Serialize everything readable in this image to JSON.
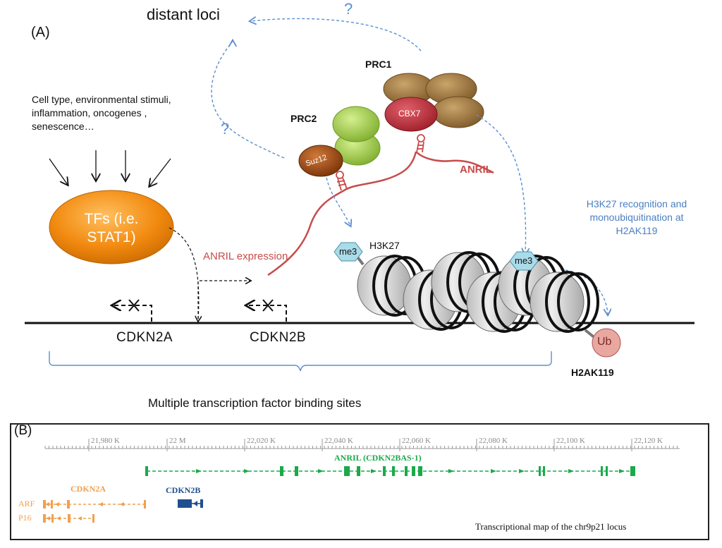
{
  "panel_a": {
    "label": "(A)",
    "distant_loci": "distant loci",
    "question_marks": [
      "?",
      "?"
    ],
    "stimuli_text": "Cell type, environmental stimuli, inflammation, oncogenes , senescence…",
    "tf_label_line1": "TFs (i.e.",
    "tf_label_line2": "STAT1)",
    "prc1": "PRC1",
    "prc2": "PRC2",
    "suz12": "Suz12",
    "cbx7": "CBX7",
    "anril": "ANRIL",
    "anril_expression": "ANRIL expression",
    "h3k27": "H3K27",
    "me3": "me3",
    "ub": "Ub",
    "h2ak119": "H2AK119",
    "recognition_note": "H3K27 recognition and monoubiquitination at H2AK119",
    "gene_a": "CDKN2A",
    "gene_b": "CDKN2B",
    "binding_sites": "Multiple transcription factor binding sites"
  },
  "panel_b": {
    "label": "(B)",
    "ruler_ticks": [
      "21,980 K",
      "22 M",
      "22,020 K",
      "22,040 K",
      "22,060 K",
      "22,080 K",
      "22,100 K",
      "22,120 K"
    ],
    "anril_track": "ANRIL (CDKN2BAS-1)",
    "cdkn2a_track": "CDKN2A",
    "cdkn2b_track": "CDKN2B",
    "arf": "ARF",
    "p16": "P16",
    "map_title": "Transcriptional map of the chr9p21 locus"
  },
  "colors": {
    "anril_red": "#c84b4b",
    "note_blue": "#4a7fc0",
    "tf_orange": "#f28a10",
    "anril_green": "#1aaa4a",
    "cdkn2a_orange": "#f0a050",
    "cdkn2b_blue": "#1f4f8f"
  }
}
